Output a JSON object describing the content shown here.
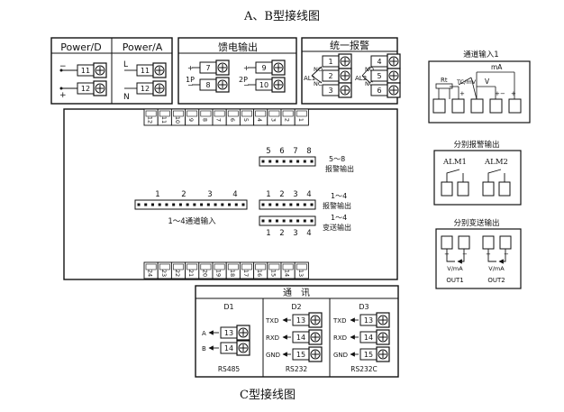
{
  "titles": {
    "top": "A、B型接线图",
    "bottom": "C型接线图"
  },
  "power": {
    "d_title": "Power/D",
    "a_title": "Power/A",
    "d_terms": [
      "11",
      "12"
    ],
    "d_signs": [
      "−",
      "+"
    ],
    "a_terms": [
      "11",
      "12"
    ],
    "a_signs": [
      "L",
      "N"
    ]
  },
  "feed": {
    "title": "馈电输出",
    "p1": "1P",
    "p2": "2P",
    "left_terms": [
      "7",
      "8"
    ],
    "right_terms": [
      "9",
      "10"
    ],
    "signs": [
      "+",
      "−"
    ]
  },
  "alarm": {
    "title": "统一报警",
    "al1": "AL1",
    "al2": "AL2",
    "no": "NO",
    "nc": "NC",
    "left_terms": [
      "1",
      "2",
      "3"
    ],
    "right_terms": [
      "4",
      "5",
      "6"
    ]
  },
  "channel_input": {
    "title": "通道输入1",
    "rt": "Rt",
    "tcmv": "TC/mV",
    "v": "V",
    "ma": "mA"
  },
  "sep_alarm": {
    "title": "分别报警输出",
    "alm1": "ALM1",
    "alm2": "ALM2"
  },
  "sep_transmit": {
    "title": "分别变送输出",
    "vma": "V/mA",
    "out1": "OUT1",
    "out2": "OUT2"
  },
  "main_board": {
    "top_terms": [
      "12",
      "11",
      "10",
      "9",
      "8",
      "7",
      "6",
      "5",
      "4",
      "3",
      "2",
      "1"
    ],
    "bottom_terms": [
      "24",
      "23",
      "22",
      "21",
      "20",
      "19",
      "18",
      "17",
      "16",
      "15",
      "14",
      "13"
    ],
    "alarm58_nums": [
      "5",
      "6",
      "7",
      "8"
    ],
    "alarm58_label": "5～8",
    "alarm58_label2": "报警输出",
    "input_nums": [
      "1",
      "2",
      "3",
      "4"
    ],
    "input_label": "1～4通道输入",
    "alarm14_nums": [
      "1",
      "2",
      "3",
      "4"
    ],
    "alarm14_label": "1～4",
    "alarm14_label2": "报警输出",
    "trans_nums": [
      "1",
      "2",
      "3",
      "4"
    ],
    "trans_label": "1～4",
    "trans_label2": "变送输出"
  },
  "comm": {
    "title": "通　讯",
    "cols": [
      "D1",
      "D2",
      "D3"
    ],
    "footers": [
      "RS485",
      "RS232",
      "RS232C"
    ],
    "d1_signals": [
      "A",
      "B"
    ],
    "d1_terms": [
      "13",
      "14"
    ],
    "d2_signals": [
      "TXD",
      "RXD",
      "GND"
    ],
    "d2_terms": [
      "13",
      "14",
      "15"
    ],
    "d3_signals": [
      "TXD",
      "RXD",
      "GND"
    ],
    "d3_terms": [
      "13",
      "14",
      "15"
    ]
  }
}
